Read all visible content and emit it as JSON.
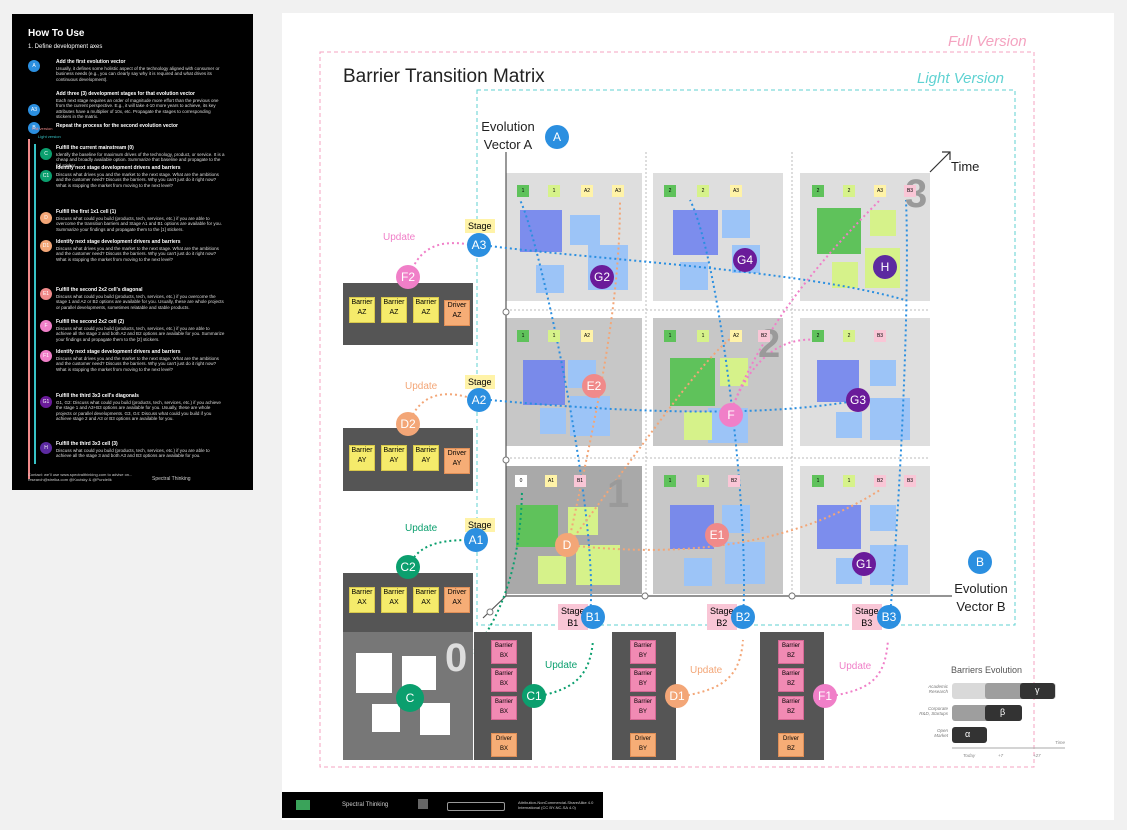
{
  "howto": {
    "title": "How To Use",
    "step1": "1. Define development axes",
    "items": [
      {
        "label": "Add the first evolution vector",
        "text": "Usually, it defines some holistic aspect of the technology aligned with consumer or business needs (e.g., you can clearly say why it is required and what drives its continuous development)."
      },
      {
        "label": "Add three (3) development stages for that evolution vector",
        "text": "Each next stage requires an order of magnitude more effort than the previous one from the current perspective. E.g., it will take 4-10 more years to achieve, its key attributes have a multiplier of 10x, etc. Propagate the stages to corresponding stickers in the matrix."
      },
      {
        "label": "Repeat the process for the second evolution vector",
        "text": ""
      },
      {
        "label": "Fulfill the current mainstream (0)",
        "text": "Identify the baseline for maximum drives of the technology, product, or service. It is a cheap and broadly available option. Summarize that baseline and propagate to the [0] sticker."
      },
      {
        "label": "Identify next stage development drivers and barriers",
        "text": "Discuss what drives you and the market to the next stage. What are the ambitions and the customer need? Discuss the barriers. Why you can't just do it right now? What is stopping the market from moving to the next level?"
      },
      {
        "label": "Fulfill the first 1x1 cell (1)",
        "text": "Discuss what could you build (products, tech, services, etc.) if you are able to overcome the transition barriers and Stage A1 and B1 options are available for you. Summarize your findings and propagate them to the [1] stickers."
      },
      {
        "label": "Identify next stage development drivers and barriers",
        "text": "Discuss what drives you and the market to the next stage. What are the ambitions and the customer need? Discuss the barriers. Why you can't just do it right now? What is stopping the market from moving to the next level?"
      },
      {
        "label": "Fulfill the second 2x2 cell's diagonal",
        "text": "Discuss what could you build (products, tech, services, etc.) if you overcome the stage 1 and A2 or B2 options are available for you. Usually, these are whole projects or parallel developments, sometimes relatable and stable products."
      },
      {
        "label": "Fulfill the second 2x2 cell (2)",
        "text": "Discuss what could you build (products, tech, services, etc.) if you are able to achieve all the stage 2 and both A2 and B2 options are available for you. Summarize your findings and propagate them to the [2] stickers."
      },
      {
        "label": "Identify next stage development drivers and barriers",
        "text": "Discuss what drives you and the market to the next stage. What are the ambitions and the customer need? Discuss the barriers. Why you can't just do it right now? What is stopping the market from moving to the next level?"
      },
      {
        "label": "Fulfill the third 3x3 cell's diagonals",
        "text": "G1, G2: Discuss what could you build (products, tech, services, etc.) if you achieve the stage 1 and A3+B3 options are available for you. Usually, these are whole projects or parallel developments. G3, G4: Discuss what could you build if you achieve stage 2 and A3 or B3 options are available for you."
      },
      {
        "label": "Fulfill the third 3x3 cell (3)",
        "text": "Discuss what could you build (products, tech, services, etc.) if you are able to achieve all the stage 3 and both A3 and B3 options are available for you."
      }
    ],
    "full_version": "Full version",
    "light_version": "Light version",
    "footer_text": "Contact: we'll use www.spectralthinking.com to advise on... research@strelka.com @Koutsky & @Pundelik",
    "logo1": "Spectral Thinking"
  },
  "diagram": {
    "title": "Barrier Transition Matrix",
    "full_version": "Full Version",
    "light_version": "Light Version",
    "time": "Time",
    "vector_a": "Evolution\nVector A",
    "vector_b": "Evolution\nVector B",
    "stage": "Stage",
    "update": "Update",
    "nodes": {
      "A": "A",
      "B": "B",
      "A1": "A1",
      "A2": "A2",
      "A3": "A3",
      "B1": "B1",
      "B2": "B2",
      "B3": "B3",
      "C": "C",
      "C1": "C1",
      "C2": "C2",
      "D": "D",
      "D1": "D1",
      "D2": "D2",
      "E1": "E1",
      "E2": "E2",
      "F": "F",
      "F1": "F1",
      "F2": "F2",
      "G1": "G1",
      "G2": "G2",
      "G3": "G3",
      "G4": "G4",
      "H": "H"
    },
    "stage_labels": {
      "b1": "Stage\nB1",
      "b2": "Stage\nB2",
      "b3": "Stage\nB3"
    },
    "cell_numbers": {
      "zero": "0",
      "one": "1",
      "two": "2",
      "three": "3"
    },
    "cards": {
      "barrier_az": "Barrier\nAZ",
      "driver_az": "Driver\nAZ",
      "barrier_ay": "Barrier\nAY",
      "driver_ay": "Driver\nAY",
      "barrier_ax": "Barrier\nAX",
      "driver_ax": "Driver\nAX",
      "barrier_bx": "Barrier\nBX",
      "driver_bx": "Driver\nBX",
      "barrier_by": "Barrier\nBY",
      "driver_by": "Driver\nBY",
      "barrier_bz": "Barrier\nBZ",
      "driver_bz": "Driver\nBZ"
    },
    "mini": {
      "one": "1",
      "two": "2",
      "a1": "A1",
      "a2": "A2",
      "a3": "A3",
      "b1": "B1",
      "b2": "B2",
      "b3": "B3",
      "c": "0"
    }
  },
  "barriers_evolution": {
    "title": "Barriers Evolution",
    "rows": [
      "Academic\nResearch",
      "Corporate\nR&D, Startups",
      "Open\nMarket"
    ],
    "greek": [
      "γ",
      "β",
      "α"
    ],
    "axis": [
      "Today",
      "+7",
      "+27"
    ],
    "time": "Time"
  },
  "footer": {
    "brand": "Spectral Thinking",
    "license": "Attribution-NonCommercial-ShareAlike 4.0 International (CC BY-NC-SA 4.0)"
  },
  "colors": {
    "blue": "#2b8fe0",
    "purple": "#6a1b9a",
    "green": "#0b9f6e",
    "orange": "#f3a677",
    "pink": "#f07fc8",
    "coral": "#f08a8a"
  }
}
